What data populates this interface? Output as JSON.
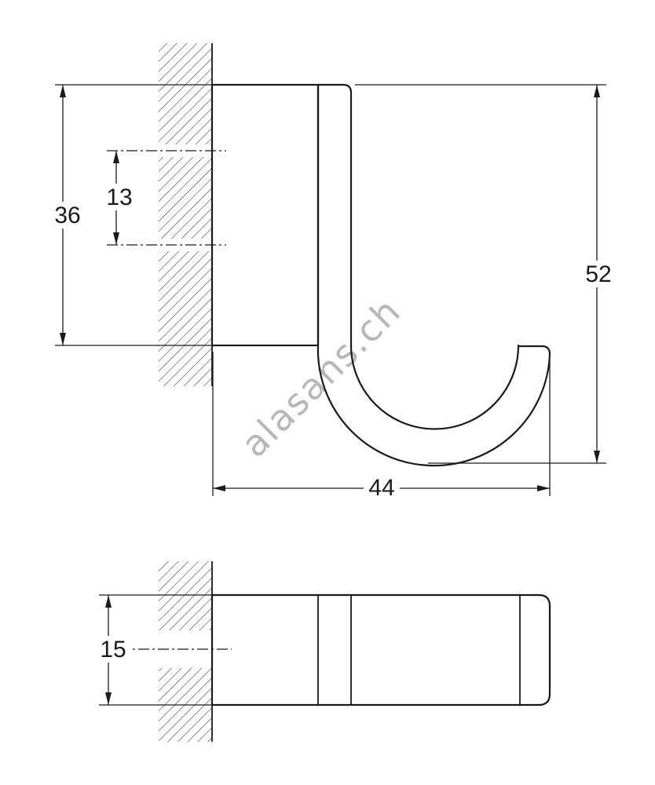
{
  "drawing": {
    "watermark": "alasans.ch",
    "dimensions": {
      "mounting_plate_height": "36",
      "hole_spacing": "13",
      "overall_height": "52",
      "projection_depth": "44",
      "body_width": "15"
    },
    "colors": {
      "background": "#ffffff",
      "line": "#1a1a1a",
      "hatch": "#2e2e2e",
      "watermark": "#a6a6a6"
    }
  }
}
